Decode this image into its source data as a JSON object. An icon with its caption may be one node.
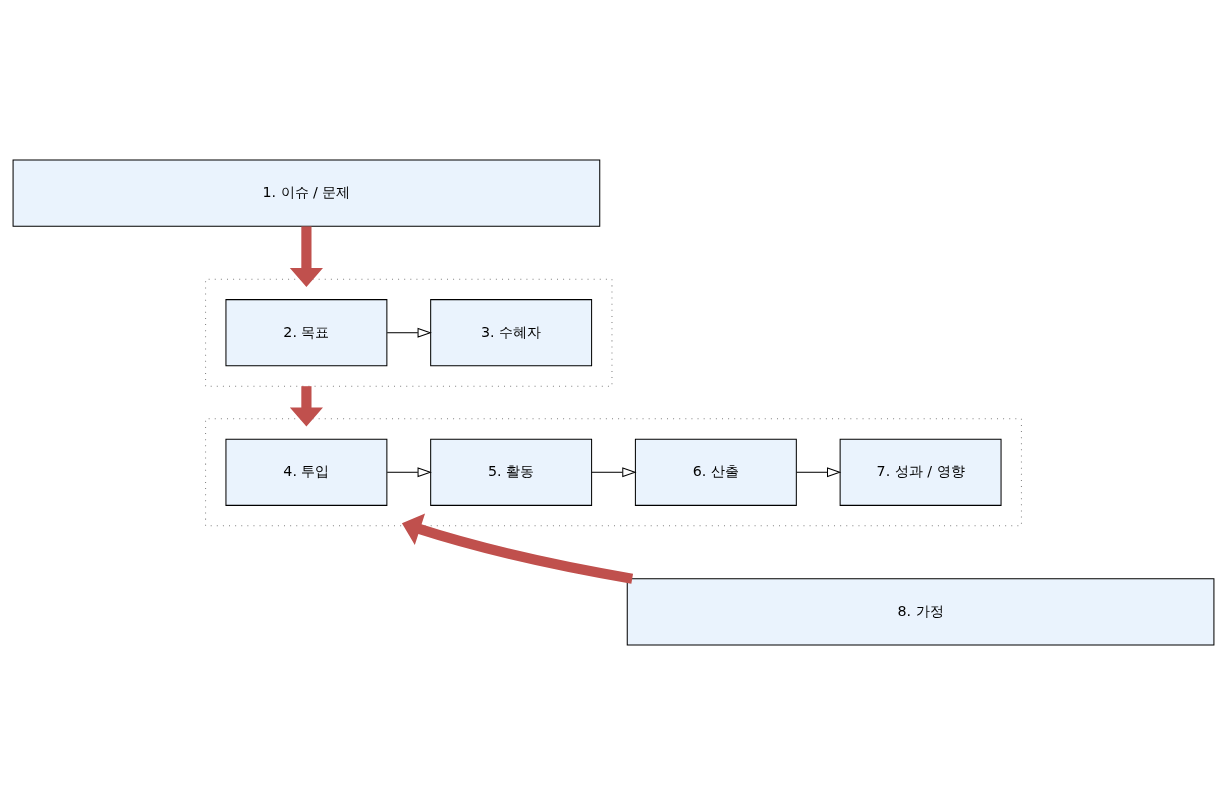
{
  "diagram": {
    "nodes": [
      {
        "text": [
          "1. 이슈 / 문제"
        ]
      },
      {
        "text": [],
        "shape": "box"
      },
      {
        "text": [
          "2. 목표"
        ],
        "in": 1
      },
      {
        "text": [
          "3. 수혜자"
        ],
        "in": 1
      },
      {
        "text": [],
        "shape": "box"
      },
      {
        "text": [
          "4. 투입"
        ],
        "in": 4
      },
      {
        "text": [
          "5. 활동"
        ],
        "in": 4
      },
      {
        "text": [
          "6. 산출"
        ],
        "in": 4
      },
      {
        "text": [
          "7. 성과 / 영향"
        ],
        "in": 4
      },
      {
        "text": [
          "8. 가정"
        ]
      }
    ],
    "edges": [
      {
        "from": 0,
        "to": 1,
        "arrow": "to",
        "style": "thick",
        "color": "#c0504d"
      },
      {
        "from": 2,
        "to": 3,
        "arrow": "to"
      },
      {
        "from": 1,
        "to": 4,
        "arrow": "to",
        "style": "thick",
        "color": "#c0504d"
      },
      {
        "from": 5,
        "to": 6,
        "arrow": "to"
      },
      {
        "from": 6,
        "to": 7,
        "arrow": "to"
      },
      {
        "from": 7,
        "to": 8,
        "arrow": "to"
      },
      {
        "from": 9,
        "to": 4,
        "arrow": "to",
        "style": "thick",
        "color": "#c0504d"
      }
    ]
  }
}
